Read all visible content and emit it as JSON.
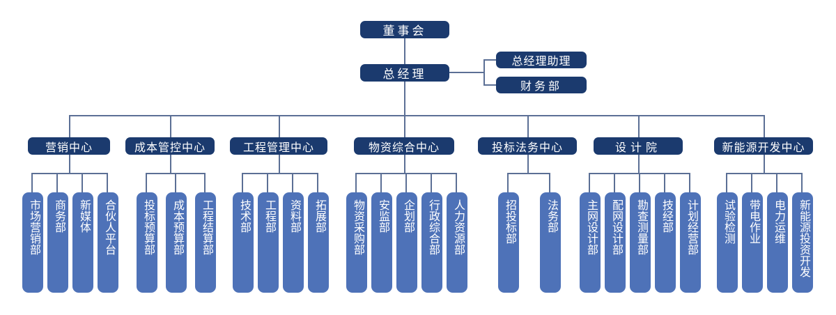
{
  "colors": {
    "top_box": "#1b3a6e",
    "leaf_box": "#4e72b8",
    "connector": "#5b6f95",
    "text": "#ffffff"
  },
  "root": {
    "label": "董事会"
  },
  "ceo": {
    "label": "总经理"
  },
  "ceo_staff": [
    {
      "label": "总经理助理"
    },
    {
      "label": "财务部"
    }
  ],
  "centers": [
    {
      "label": "营销中心",
      "departments": [
        "市场营销部",
        "商务部",
        "新媒体",
        "合伙人平台"
      ]
    },
    {
      "label": "成本管控中心",
      "departments": [
        "投标预算部",
        "成本预算部",
        "工程结算部"
      ]
    },
    {
      "label": "工程管理中心",
      "departments": [
        "技术部",
        "工程部",
        "资料部",
        "拓展部"
      ]
    },
    {
      "label": "物资综合中心",
      "departments": [
        "物资采购部",
        "安监部",
        "企划部",
        "行政综合部",
        "人力资源部"
      ]
    },
    {
      "label": "投标法务中心",
      "departments": [
        "招投标部",
        "法务部"
      ]
    },
    {
      "label": "设计院",
      "departments": [
        "主网设计部",
        "配网设计部",
        "勘查测量部",
        "技经部",
        "计划经营部"
      ]
    },
    {
      "label": "新能源开发中心",
      "departments": [
        "试验检测",
        "带电作业",
        "电力运维",
        "新能源投资开发"
      ]
    }
  ]
}
